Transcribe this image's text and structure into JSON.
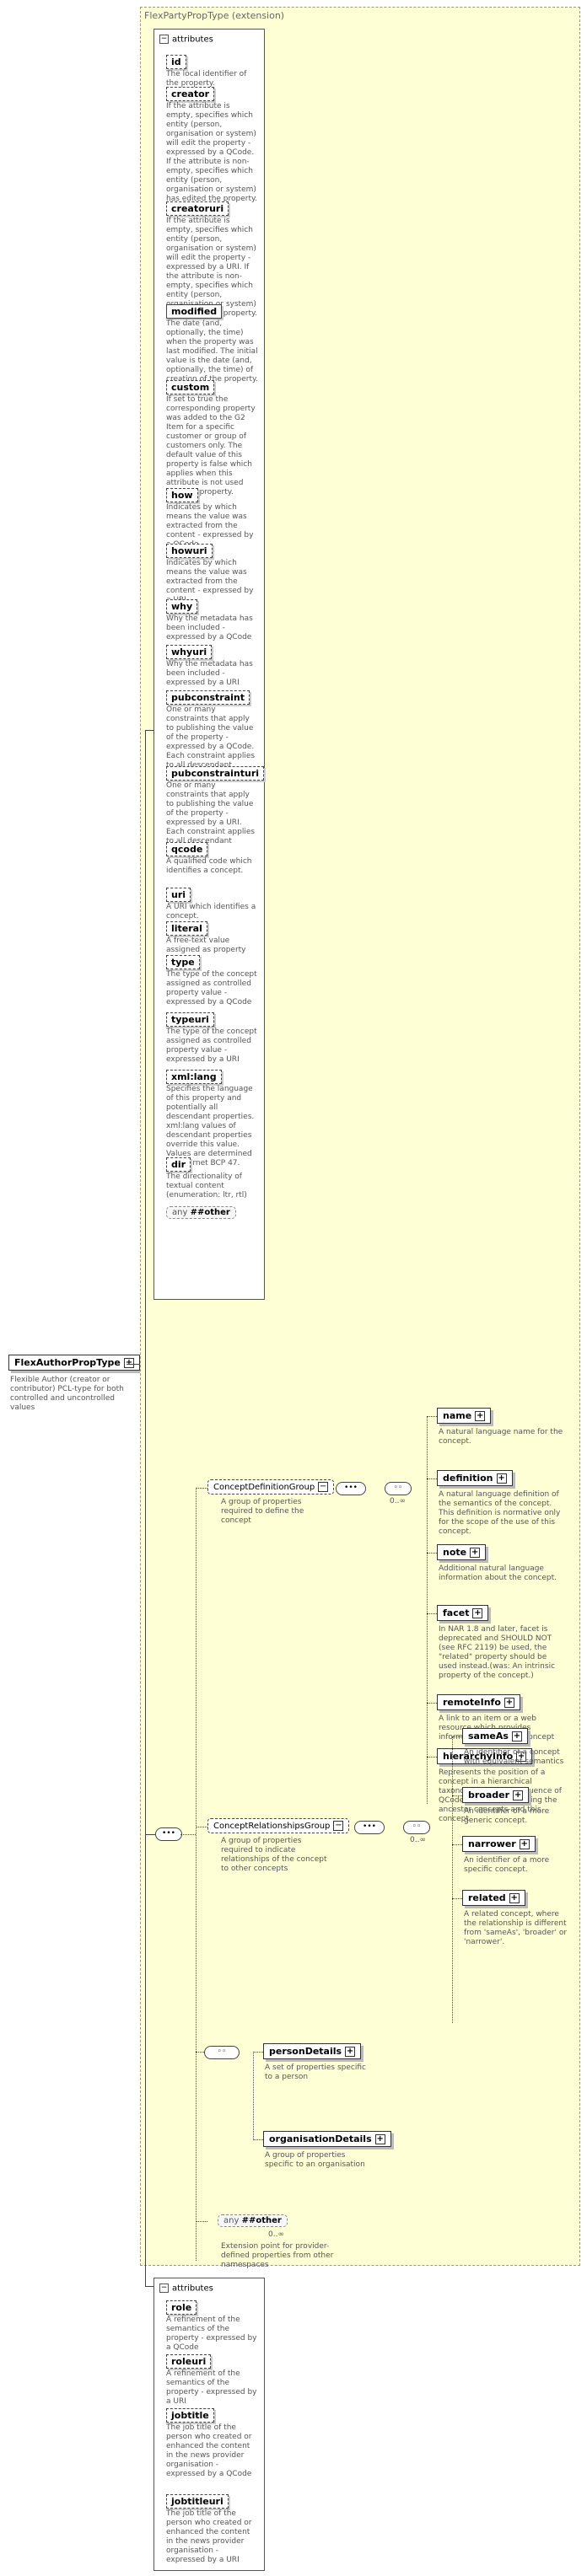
{
  "root": {
    "name": "FlexAuthorPropType",
    "description": "Flexible Author (creator or contributor) PCL-type for both controlled and uncontrolled values"
  },
  "extension_label": "FlexPartyPropType (extension)",
  "attributes_label": "attributes",
  "attributes": [
    {
      "name": "id",
      "desc": "The local identifier of the property."
    },
    {
      "name": "creator",
      "desc": "If the attribute is empty, specifies which entity (person, organisation or system) will edit the property - expressed by a QCode. If the attribute is non-empty, specifies which entity (person, organisation or system) has edited the property."
    },
    {
      "name": "creatoruri",
      "desc": "If the attribute is empty, specifies which entity (person, organisation or system) will edit the property - expressed by a URI. If the attribute is non-empty, specifies which entity (person, organisation or system) has edited the property."
    },
    {
      "name": "modified",
      "desc": "The date (and, optionally, the time) when the property was last modified. The initial value is the date (and, optionally, the time) of creation of the property."
    },
    {
      "name": "custom",
      "desc": "If set to true the corresponding property was added to the G2 Item for a specific customer or group of customers only. The default value of this property is false which applies when this attribute is not used with the property."
    },
    {
      "name": "how",
      "desc": "Indicates by which means the value was extracted from the content - expressed by a QCode"
    },
    {
      "name": "howuri",
      "desc": "Indicates by which means the value was extracted from the content - expressed by a URI"
    },
    {
      "name": "why",
      "desc": "Why the metadata has been included - expressed by a QCode"
    },
    {
      "name": "whyuri",
      "desc": "Why the metadata has been included - expressed by a URI"
    },
    {
      "name": "pubconstraint",
      "desc": "One or many constraints that apply to publishing the value of the property - expressed by a QCode. Each constraint applies to all descendant elements."
    },
    {
      "name": "pubconstrainturi",
      "desc": "One or many constraints that apply to publishing the value of the property - expressed by a URI. Each constraint applies to all descendant elements."
    },
    {
      "name": "qcode",
      "desc": "A qualified code which identifies a concept."
    },
    {
      "name": "uri",
      "desc": "A URI which identifies a concept."
    },
    {
      "name": "literal",
      "desc": "A free-text value assigned as property value."
    },
    {
      "name": "type",
      "desc": "The type of the concept assigned as controlled property value - expressed by a QCode"
    },
    {
      "name": "typeuri",
      "desc": "The type of the concept assigned as controlled property value - expressed by a URI"
    },
    {
      "name": "xml:lang",
      "desc": "Specifies the language of this property and potentially all descendant properties. xml:lang values of descendant properties override this value. Values are determined by Internet BCP 47."
    },
    {
      "name": "dir",
      "desc": "The directionality of textual content (enumeration: ltr, rtl)"
    }
  ],
  "any_other": {
    "prefix": "any",
    "label": "##other"
  },
  "concept_def_group": {
    "name": "ConceptDefinitionGroup",
    "desc": "A group of properties required to define the concept",
    "occurs": "0..∞"
  },
  "concept_def_items": [
    {
      "name": "name",
      "desc": "A natural language name for the concept."
    },
    {
      "name": "definition",
      "desc": "A natural language definition of the semantics of the concept. This definition is normative only for the scope of the use of this concept."
    },
    {
      "name": "note",
      "desc": "Additional natural language information about the concept."
    },
    {
      "name": "facet",
      "desc": "In NAR 1.8 and later, facet is deprecated and SHOULD NOT (see RFC 2119) be used, the \"related\" property should be used instead.(was: An intrinsic property of the concept.)"
    },
    {
      "name": "remoteInfo",
      "desc": "A link to an item or a web resource which provides information about the concept"
    },
    {
      "name": "hierarchyInfo",
      "desc": "Represents the position of a concept in a hierarchical taxonomy tree by a sequence of QCode tokens representing the ancestor concepts and this concept"
    }
  ],
  "concept_rel_group": {
    "name": "ConceptRelationshipsGroup",
    "desc": "A group of properties required to indicate relationships of the concept to other concepts",
    "occurs": "0..∞"
  },
  "concept_rel_items": [
    {
      "name": "sameAs",
      "desc": "An identifier of a concept with equivalent semantics"
    },
    {
      "name": "broader",
      "desc": "An identifier of a more generic concept."
    },
    {
      "name": "narrower",
      "desc": "An identifier of a more specific concept."
    },
    {
      "name": "related",
      "desc": "A related concept, where the relationship is different from 'sameAs', 'broader' or 'narrower'."
    }
  ],
  "choice_items": [
    {
      "name": "personDetails",
      "desc": "A set of properties specific to a person"
    },
    {
      "name": "organisationDetails",
      "desc": "A group of properties specific to an organisation"
    }
  ],
  "any_other_elem": {
    "prefix": "any",
    "label": "##other",
    "occurs": "0..∞",
    "desc": "Extension point for provider-defined properties from other namespaces"
  },
  "own_attributes": [
    {
      "name": "role",
      "desc": "A refinement of the semantics of the property - expressed by a QCode"
    },
    {
      "name": "roleuri",
      "desc": "A refinement of the semantics of the property - expressed by a URI"
    },
    {
      "name": "jobtitle",
      "desc": "The job title of the person who created or enhanced the content in the news provider organisation - expressed by a QCode"
    },
    {
      "name": "jobtitleuri",
      "desc": "The job title of the person who created or enhanced the content in the news provider organisation - expressed by a URI"
    }
  ]
}
